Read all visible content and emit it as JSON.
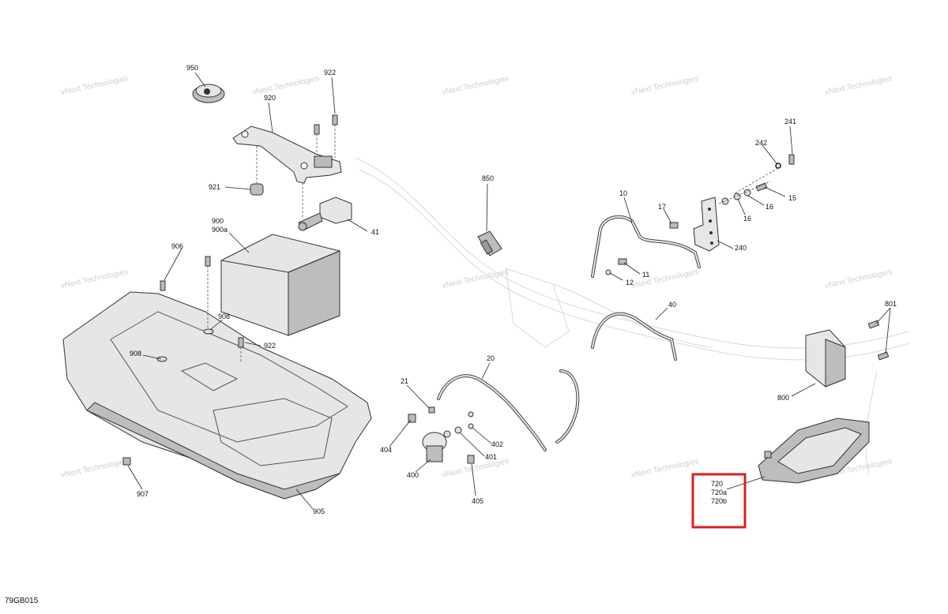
{
  "diagram_code": "79GB015",
  "watermark": "vNext Technologies",
  "highlight_color": "#d62020",
  "callouts": {
    "c950": "950",
    "c922a": "922",
    "c920": "920",
    "c921": "921",
    "c41": "41",
    "c900": "900",
    "c900a": "900a",
    "c906": "906",
    "c908a": "908",
    "c922b": "922",
    "c908b": "908",
    "c907": "907",
    "c905": "905",
    "c850": "850",
    "c241": "241",
    "c242": "242",
    "c15": "15",
    "c10": "10",
    "c17": "17",
    "c16a": "16",
    "c16b": "16",
    "c240": "240",
    "c11": "11",
    "c12": "12",
    "c40": "40",
    "c20": "20",
    "c21": "21",
    "c404": "404",
    "c402": "402",
    "c401": "401",
    "c400": "400",
    "c405": "405",
    "c801": "801",
    "c800": "800",
    "c720": "720",
    "c720a": "720a",
    "c720b": "720b"
  }
}
